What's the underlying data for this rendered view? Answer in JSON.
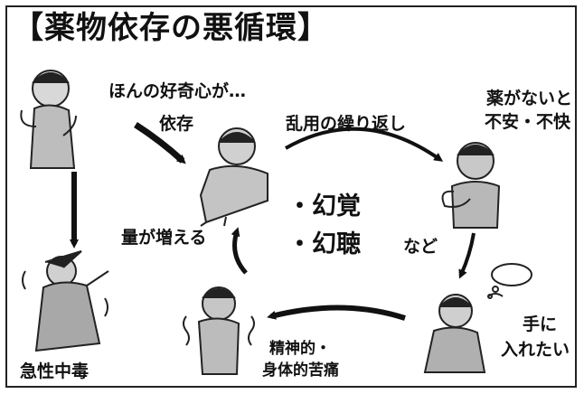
{
  "diagram": {
    "title": "【薬物依存の悪循環】",
    "labels": {
      "curiosity": "ほんの好奇心が…",
      "dependence": "依存",
      "repeated_abuse": "乱用の繰り返し",
      "anxiety_line1": "薬がないと",
      "anxiety_line2": "不安・不快",
      "want_line1": "手に",
      "want_line2": "入れたい",
      "suffering_line1": "精神的・",
      "suffering_line2": "身体的苦痛",
      "increase": "量が増える",
      "acute_poisoning": "急性中毒",
      "center_item1": "・幻覚",
      "center_item2": "・幻聴",
      "center_etc": "など"
    }
  }
}
